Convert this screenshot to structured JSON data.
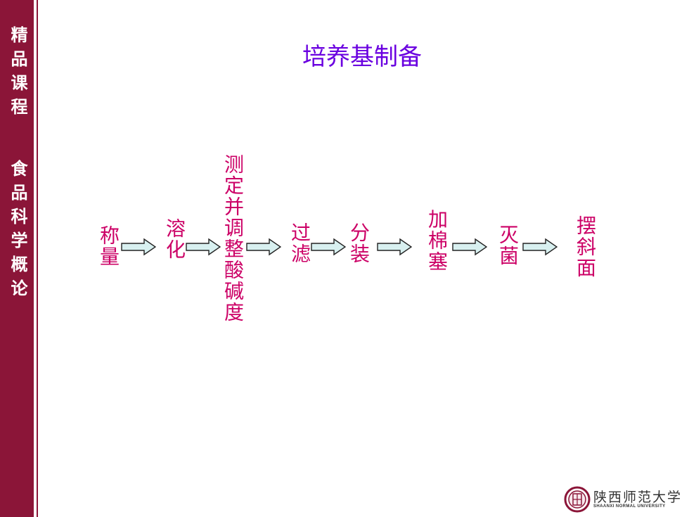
{
  "sidebar": {
    "top_text": "精品课程",
    "bottom_text": "食品科学概论",
    "color": "#8b1538"
  },
  "slide": {
    "title": "培养基制备",
    "title_color": "#6a00e0",
    "step_color": "#cc0066",
    "steps": [
      {
        "label": "称量"
      },
      {
        "label": "溶化"
      },
      {
        "label": "测定并调整酸碱度"
      },
      {
        "label": "过滤"
      },
      {
        "label": "分装"
      },
      {
        "label": "加棉塞"
      },
      {
        "label": "灭菌"
      },
      {
        "label": "摆斜面"
      }
    ]
  },
  "logo": {
    "name": "陕西师范大学",
    "english": "SHAANXI NORMAL UNIVERSITY",
    "seal_icon": "university-seal-icon"
  }
}
